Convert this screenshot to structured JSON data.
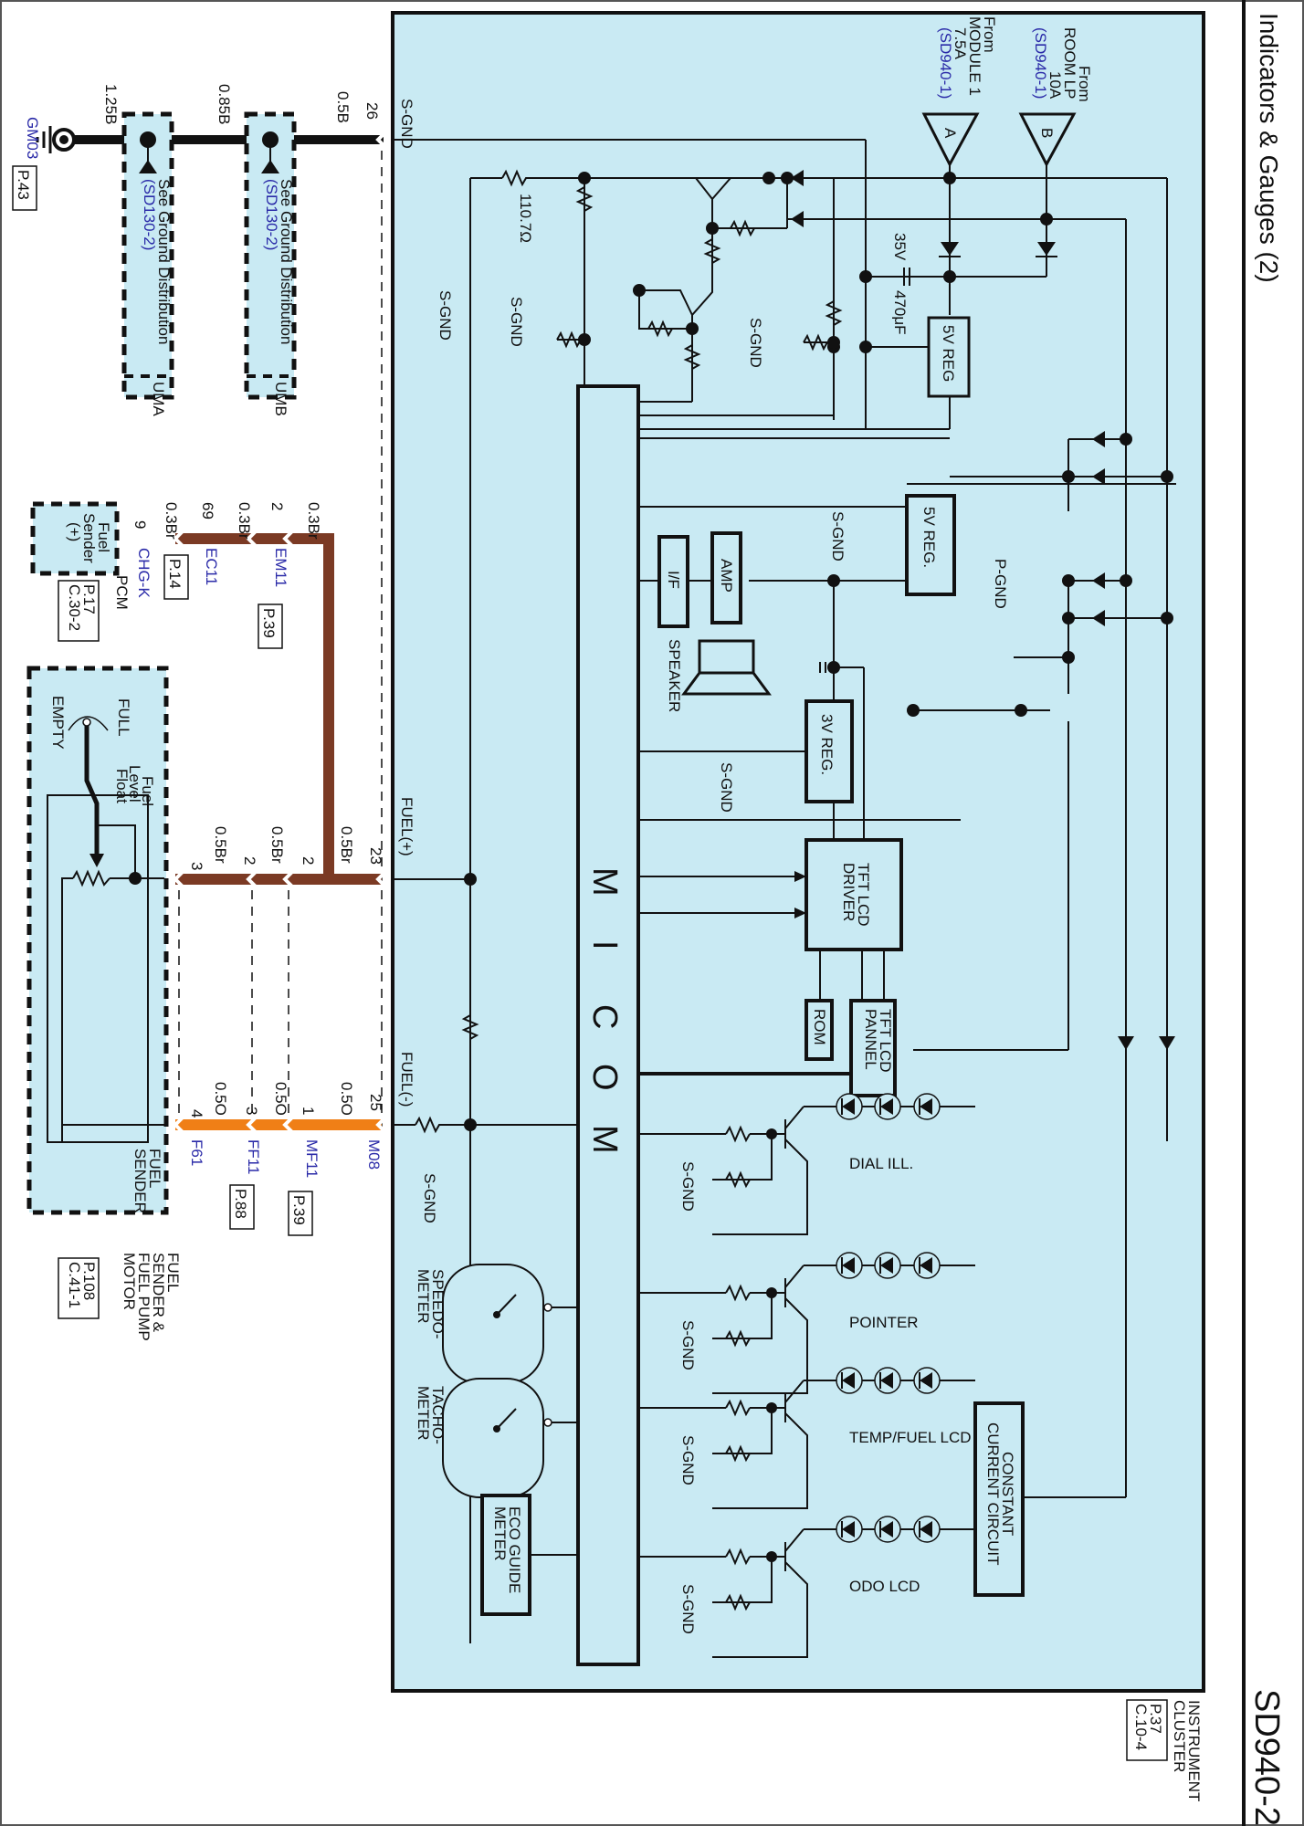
{
  "page": {
    "title": "Indicators & Gauges (2)",
    "code": "SD940-2"
  },
  "component": {
    "name_line1": "INSTRUMENT",
    "name_line2": "CLUSTER",
    "ref_line1": "P.37",
    "ref_line2": "C.10-4"
  },
  "power_inputs": [
    {
      "id": "A",
      "line1": "From",
      "line2": "MODULE 1",
      "line3": "7.5A",
      "link": "(SD940-1)"
    },
    {
      "id": "B",
      "line1": "From",
      "line2": "ROOM LP",
      "line3": "10A",
      "link": "(SD940-1)"
    }
  ],
  "ground_circuit": {
    "label": "S-GND",
    "pin": "26",
    "wires": [
      "0.5B",
      "0.85B",
      "1.25B"
    ],
    "ground_point": "GM03",
    "ground_ref": "P.43",
    "splices": [
      {
        "text": "See Ground Distribution",
        "link": "(SD130-2)",
        "id": "UMB"
      },
      {
        "text": "See Ground Distribution",
        "link": "(SD130-2)",
        "id": "UMA"
      }
    ]
  },
  "pcm_circuit": {
    "wires": [
      "0.3Br",
      "0.3Br",
      "0.3Br"
    ],
    "pins": [
      "2",
      "69",
      "9"
    ],
    "connectors": [
      {
        "id": "EM11",
        "ref": "P.39"
      },
      {
        "id": "EC11",
        "ref": "P.14"
      },
      {
        "id": "CHG-K",
        "ref": ""
      }
    ],
    "pcm_box_line1": "Fuel",
    "pcm_box_line2": "Sender",
    "pcm_box_line3": "(+)",
    "pcm_label": "PCM",
    "pcm_ref_line1": "P.17",
    "pcm_ref_line2": "C.30-2"
  },
  "fuel_plus": {
    "label": "FUEL(+)",
    "pins": [
      "23",
      "2",
      "2",
      "3"
    ],
    "wires": [
      "0.5Br",
      "0.5Br",
      "0.5Br"
    ]
  },
  "fuel_minus": {
    "label": "FUEL(-)",
    "pins": [
      "25",
      "1",
      "3",
      "4"
    ],
    "wires": [
      "0.5O",
      "0.5O",
      "0.5O"
    ],
    "connectors": [
      {
        "id": "M08",
        "ref": ""
      },
      {
        "id": "MF11",
        "ref": "P.39"
      },
      {
        "id": "FF11",
        "ref": "P.88"
      },
      {
        "id": "F61",
        "ref": ""
      }
    ],
    "s_gnd": "S-GND"
  },
  "fuel_sender": {
    "float_line1": "Fuel",
    "float_line2": "Level",
    "float_line3": "Float",
    "full": "FULL",
    "empty": "EMPTY",
    "name_line1": "FUEL",
    "name_line2": "SENDER",
    "assembly_line1": "FUEL",
    "assembly_line2": "SENDER &",
    "assembly_line3": "FUEL PUMP",
    "assembly_line4": "MOTOR",
    "ref_line1": "P.108",
    "ref_line2": "C.41-1"
  },
  "internal": {
    "resistor_value": "110.7Ω",
    "cap_voltage": "35V",
    "cap_value": "470μF",
    "reg_5v_a": "5V REG",
    "reg_5v_b": "5V REG.",
    "reg_3v": "3V REG.",
    "amp": "AMP",
    "interface": "I/F",
    "speaker": "SPEAKER",
    "tft_driver_line1": "TFT LCD",
    "tft_driver_line2": "DRIVER",
    "tft_panel_line1": "TFT LCD",
    "tft_panel_line2": "PANNEL",
    "rom": "ROM",
    "micom": [
      "M",
      "I",
      "C",
      "O",
      "M"
    ],
    "s_gnd": "S-GND",
    "p_gnd": "P-GND",
    "speedometer_line1": "SPEEDO-",
    "speedometer_line2": "METER",
    "tachometer_line1": "TACHO-",
    "tachometer_line2": "METER",
    "eco_line1": "ECO GUIDE",
    "eco_line2": "METER",
    "ccc_line1": "CONSTANT",
    "ccc_line2": "CURRENT CIRCUIT",
    "led_groups": [
      "DIAL ILL.",
      "POINTER",
      "TEMP/FUEL LCD",
      "ODO LCD"
    ]
  },
  "colors": {
    "cluster_fill": "#c9eaf3",
    "wire_brown": "#7b3a24",
    "wire_orange": "#f07f16",
    "link_blue": "#2a2aa8"
  }
}
